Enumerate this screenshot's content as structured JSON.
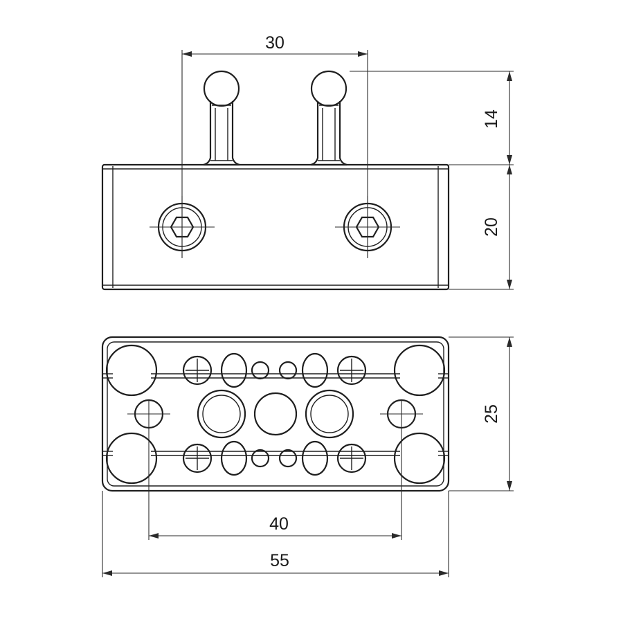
{
  "dimensions": {
    "post_spacing": "30",
    "post_height": "14",
    "body_height": "20",
    "base_depth": "25",
    "hole_spacing": "40",
    "overall_width": "55"
  }
}
